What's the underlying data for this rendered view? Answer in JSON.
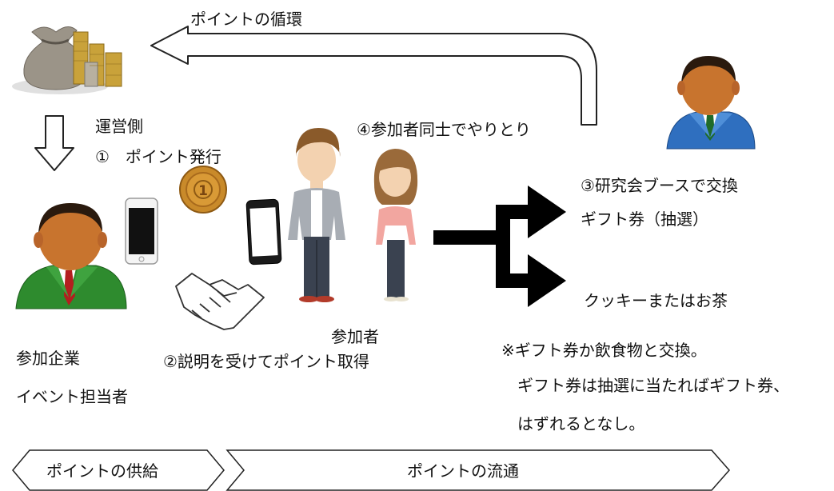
{
  "cycle_label": "ポイントの循環",
  "operator": {
    "name": "運営側",
    "step1": "①　ポイント発行"
  },
  "company": {
    "line1": "参加企業",
    "line2": "イベント担当者"
  },
  "coin_mark": "1",
  "step2": "②説明を受けてポイント取得",
  "participants_label": "参加者",
  "step4": "④参加者同士でやりとり",
  "step3": {
    "line1": "③研究会ブースで交換",
    "line2": "ギフト券（抽選）"
  },
  "exchange2": "クッキーまたはお茶",
  "notes": [
    "※ギフト券か飲食物と交換。",
    "ギフト券は抽選に当たればギフト券、",
    "はずれるとなし。"
  ],
  "bottom": {
    "supply": "ポイントの供給",
    "circulation": "ポイントの流通"
  },
  "colors": {
    "green_suit": "#2e8b2e",
    "blue_suit": "#2f6fbf",
    "skin": "#c8742e",
    "hair": "#2a1a0e"
  }
}
